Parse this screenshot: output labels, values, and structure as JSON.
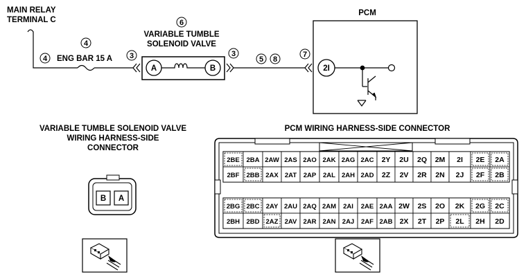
{
  "labels": {
    "main_relay": [
      "MAIN RELAY",
      "TERMINAL C"
    ],
    "fuse": "ENG BAR 15 A",
    "valve_title": [
      "VARIABLE TUMBLE",
      "SOLENOID VALVE"
    ],
    "pcm": "PCM",
    "valve_connector_title": [
      "VARIABLE TUMBLE SOLENOID VALVE",
      "WIRING HARNESS-SIDE",
      "CONNECTOR"
    ],
    "pcm_connector_title": "PCM WIRING HARNESS-SIDE CONNECTOR"
  },
  "circled": {
    "fuse_ref": "4",
    "wire_left": "4",
    "valve_ref": "6",
    "valve_in": "3",
    "valve_out": "3",
    "wire_mid_a": "5",
    "wire_mid_b": "8",
    "pcm_in": "7"
  },
  "terminals": {
    "valve_a": "A",
    "valve_b": "B",
    "pcm": "2I"
  },
  "valve_connector_pins": [
    "B",
    "A"
  ],
  "pcm_connector": {
    "upper_rows": [
      [
        "2BE",
        "2BA",
        "2AW",
        "2AS",
        "2AO",
        "2AK",
        "2AG",
        "2AC",
        "2Y",
        "2U",
        "2Q",
        "2M",
        "2I",
        "2E",
        "2A"
      ],
      [
        "2BF",
        "2BB",
        "2AX",
        "2AT",
        "2AP",
        "2AL",
        "2AH",
        "2AD",
        "2Z",
        "2V",
        "2R",
        "2N",
        "2J",
        "2F",
        "2B"
      ]
    ],
    "lower_rows": [
      [
        "2BG",
        "2BC",
        "2AY",
        "2AU",
        "2AQ",
        "2AM",
        "2AI",
        "2AE",
        "2AA",
        "2W",
        "2S",
        "2O",
        "2K",
        "2G",
        "2C"
      ],
      [
        "2BH",
        "2BD",
        "2AZ",
        "2AV",
        "2AR",
        "2AN",
        "2AJ",
        "2AF",
        "2AB",
        "2X",
        "2T",
        "2P",
        "2L",
        "2H",
        "2D"
      ]
    ]
  }
}
